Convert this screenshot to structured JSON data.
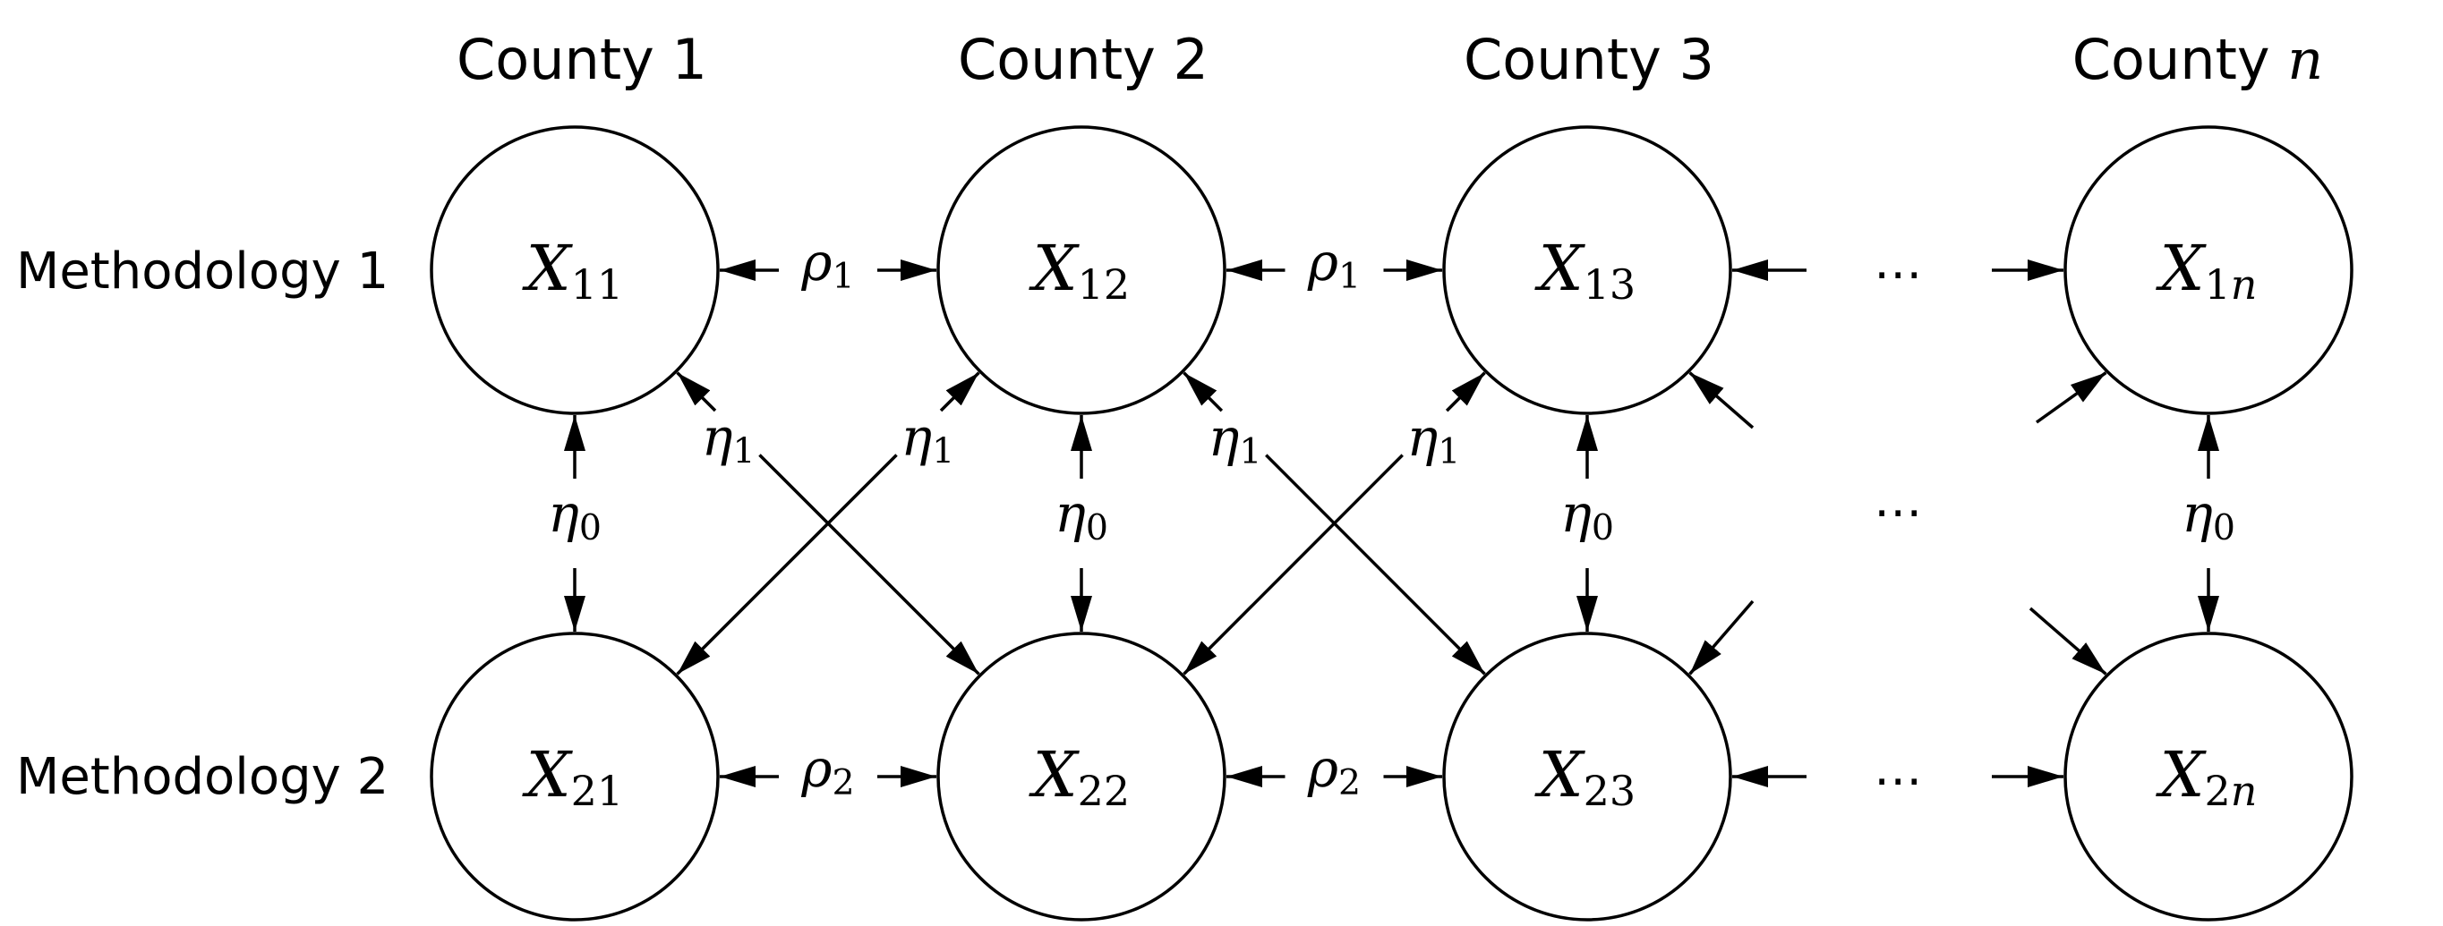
{
  "columns": [
    "County 1",
    "County 2",
    "County 3",
    "County n"
  ],
  "last_column": {
    "prefix": "County ",
    "index_symbol": "n"
  },
  "rows": [
    "Methodology 1",
    "Methodology 2"
  ],
  "nodes": [
    {
      "id": "X11",
      "base": "X",
      "sub": "11"
    },
    {
      "id": "X12",
      "base": "X",
      "sub": "12"
    },
    {
      "id": "X13",
      "base": "X",
      "sub": "13"
    },
    {
      "id": "X1n",
      "base": "X",
      "sub": "1n"
    },
    {
      "id": "X21",
      "base": "X",
      "sub": "21"
    },
    {
      "id": "X22",
      "base": "X",
      "sub": "22"
    },
    {
      "id": "X23",
      "base": "X",
      "sub": "23"
    },
    {
      "id": "X2n",
      "base": "X",
      "sub": "2n"
    }
  ],
  "params": {
    "rho1": {
      "base": "ρ",
      "sub": "1"
    },
    "rho2": {
      "base": "ρ",
      "sub": "2"
    },
    "eta0": {
      "base": "η",
      "sub": "0"
    },
    "eta1": {
      "base": "η",
      "sub": "1"
    }
  },
  "ellipsis": "⋯",
  "edges": [
    {
      "from": "X11",
      "to": "X12",
      "label": "rho1",
      "kind": "horizontal"
    },
    {
      "from": "X12",
      "to": "X13",
      "label": "rho1",
      "kind": "horizontal"
    },
    {
      "from": "X21",
      "to": "X22",
      "label": "rho2",
      "kind": "horizontal"
    },
    {
      "from": "X22",
      "to": "X23",
      "label": "rho2",
      "kind": "horizontal"
    },
    {
      "from": "X11",
      "to": "X21",
      "label": "eta0",
      "kind": "vertical"
    },
    {
      "from": "X12",
      "to": "X22",
      "label": "eta0",
      "kind": "vertical"
    },
    {
      "from": "X13",
      "to": "X23",
      "label": "eta0",
      "kind": "vertical"
    },
    {
      "from": "X1n",
      "to": "X2n",
      "label": "eta0",
      "kind": "vertical"
    },
    {
      "from": "X11",
      "to": "X22",
      "label": "eta1",
      "kind": "diagonal"
    },
    {
      "from": "X12",
      "to": "X21",
      "label": "eta1",
      "kind": "diagonal"
    },
    {
      "from": "X12",
      "to": "X23",
      "label": "eta1",
      "kind": "diagonal"
    },
    {
      "from": "X13",
      "to": "X22",
      "label": "eta1",
      "kind": "diagonal"
    }
  ]
}
